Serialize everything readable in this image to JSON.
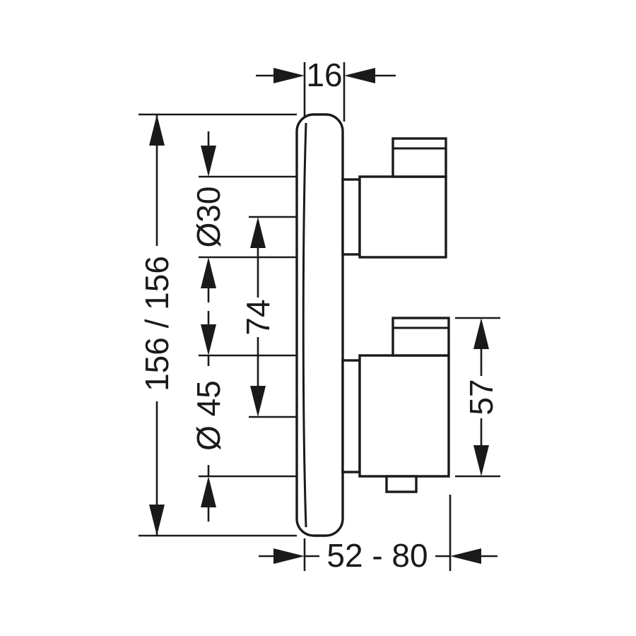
{
  "theme": {
    "line_color": "#1a1a1a",
    "background_color": "#ffffff"
  },
  "dimensions": {
    "faceplate_thickness": {
      "label": "16",
      "value": 16
    },
    "overall_height": {
      "label": "156 / 156"
    },
    "upper_handle_diameter": {
      "label": "Ø30",
      "value": 30
    },
    "handle_center_distance": {
      "label": "74",
      "value": 74
    },
    "lower_handle_diameter": {
      "label": "Ø 45",
      "value": 45
    },
    "lower_handle_depth": {
      "label": "57",
      "value": 57
    },
    "installation_depth_range": {
      "label": "52 - 80",
      "min": 52,
      "max": 80
    }
  }
}
